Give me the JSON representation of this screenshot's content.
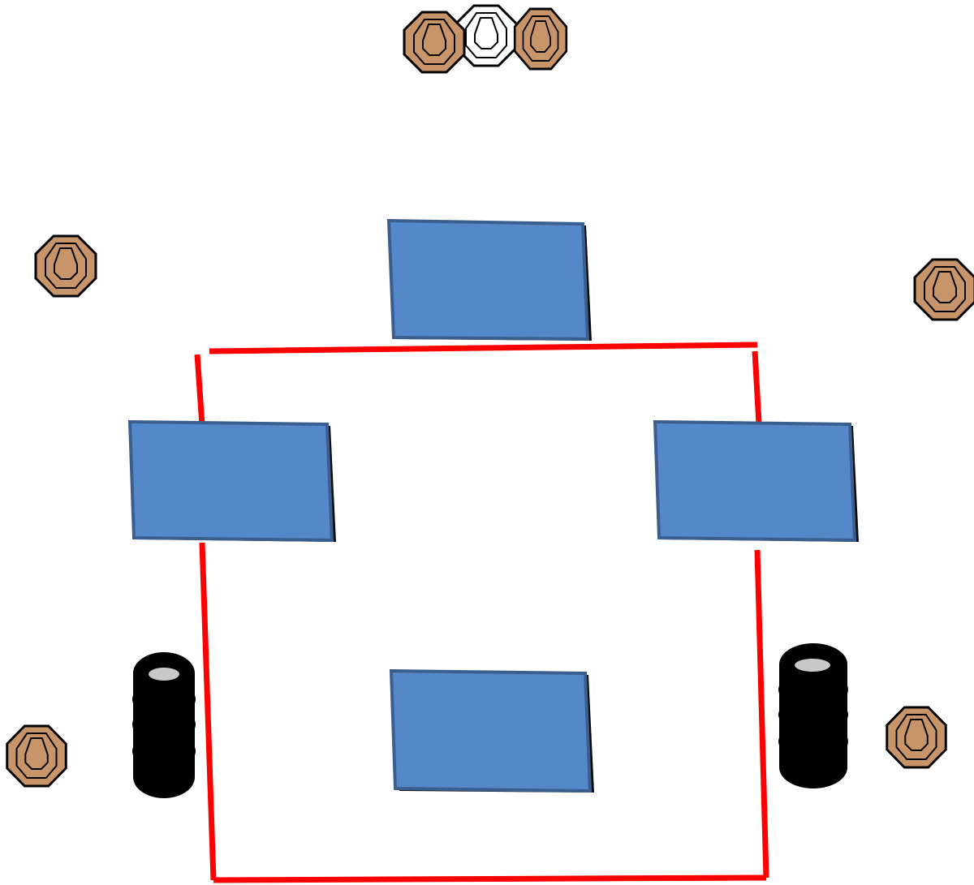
{
  "colors": {
    "background": "#ffffff",
    "boundary_line": "#ff0000",
    "barricade_fill": "#5588c8",
    "barricade_edge": "#3a5f8f",
    "barricade_shadow": "#0b0b0b",
    "target_fill": "#c8956a",
    "no_shoot_fill": "#ffffff",
    "target_outline": "#000000",
    "tire_fill": "#000000",
    "tire_hole": "#c8c8c8"
  },
  "icons": {
    "shoot_target": "octagon-steel-target-icon",
    "no_shoot_target": "no-shoot-target-icon",
    "barricade": "barricade-wall",
    "tire_stack": "tire-stack-icon",
    "fault_line": "fault-line"
  },
  "stage": {
    "barricade_count": 4,
    "shoot_target_count": 6,
    "no_shoot_target_count": 1,
    "tire_stack_count": 2
  }
}
